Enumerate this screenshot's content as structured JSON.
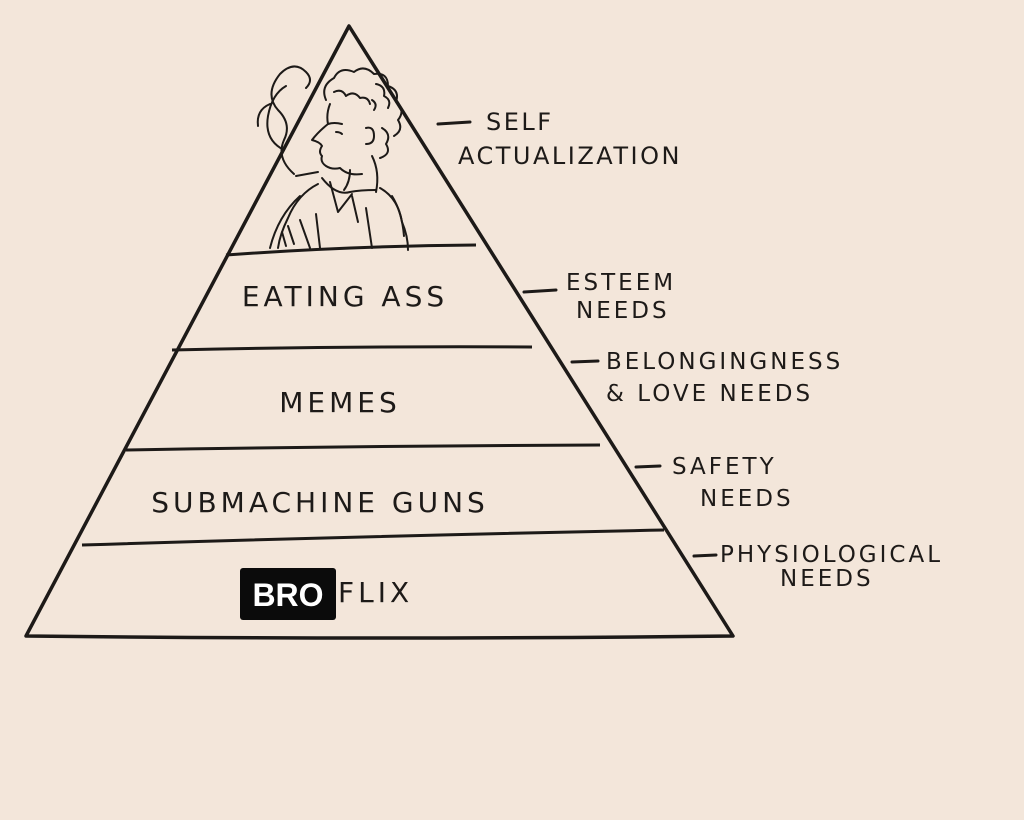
{
  "pyramid": {
    "tiers": [
      {
        "label": "EATING ASS",
        "need": [
          "ESTEEM",
          "NEEDS"
        ]
      },
      {
        "label": "MEMES",
        "need": [
          "BELONGINGNESS",
          "& LOVE NEEDS"
        ]
      },
      {
        "label": "SUBMACHINE GUNS",
        "need": [
          "SAFETY",
          "NEEDS"
        ]
      },
      {
        "label": "FLIX",
        "badge": "BRO",
        "need": [
          "PHYSIOLOGICAL",
          "NEEDS"
        ]
      }
    ],
    "apex_need": [
      "SELF",
      "ACTUALIZATION"
    ]
  },
  "colors": {
    "paper": "#f3e6da",
    "ink": "#1d1a18",
    "badge": "#0b0b0b"
  }
}
